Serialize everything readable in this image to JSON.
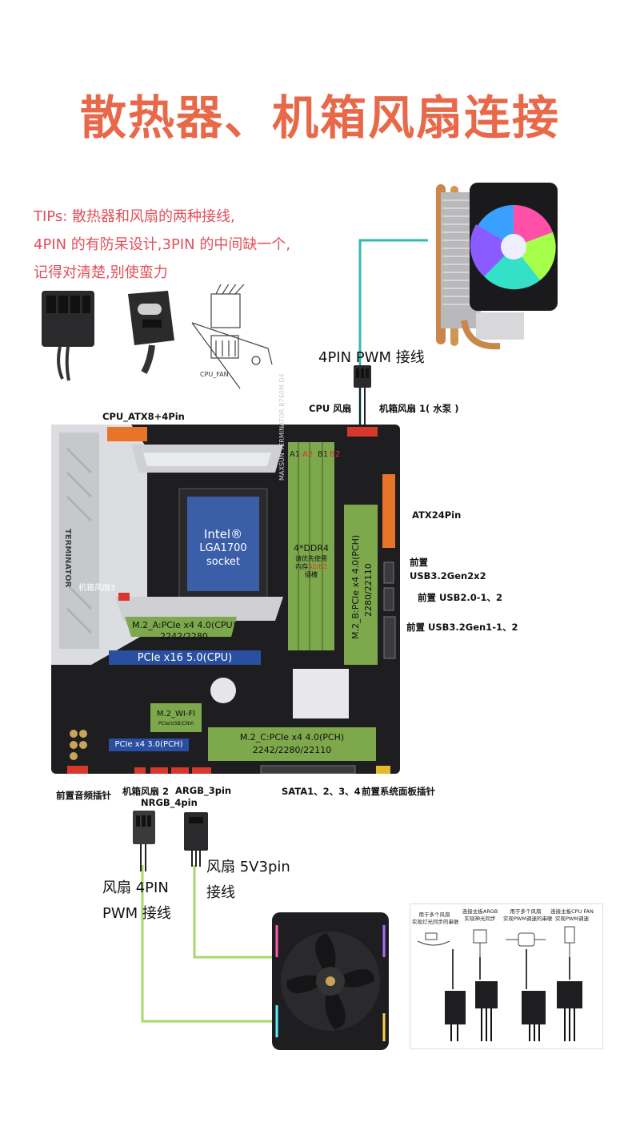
{
  "title": "散热器、机箱风扇连接",
  "tips": {
    "line1": "TIPs: 散热器和风扇的两种接线,",
    "line2": "4PIN 的有防呆设计,3PIN 的中间缺一个,",
    "line3": "记得对清楚,别使蛮力"
  },
  "connector_diagram": {
    "label": "CPU_FAN"
  },
  "cooler_callout": {
    "pwm_label": "4PIN PWM 接线"
  },
  "top_headers": {
    "cpu_fan": "CPU 风扇",
    "sys_fan1": "机箱风扇 1( 水泵 )"
  },
  "board": {
    "cpu_power": "CPU_ATX8+4Pin",
    "case_fan3": "机箱风扇3",
    "brand": "TERMINATOR",
    "model": "MAXSUN TERMINATOR B760M D4",
    "cpu": {
      "brand": "Intel®",
      "socket": "LGA1700",
      "word": "socket"
    },
    "dimm_labels": [
      "A1",
      "A2",
      "B1",
      "B2"
    ],
    "ddr": {
      "title": "4*DDR4",
      "note1": "请优先使用",
      "note2_a": "内存",
      "note2_b": "A2/B2",
      "note3": "插槽"
    },
    "m2b": {
      "line1": "M.2_B:PCIe x4 4.0(PCH)",
      "line2": "2280/22110"
    },
    "m2a": {
      "line1": "M.2_A:PCIe x4 4.0(CPU)",
      "line2": "2242/2280"
    },
    "pcie16": "PCIe x16 5.0(CPU)",
    "wifi": {
      "line1": "M.2_WI-FI",
      "line2": "PCIe/USB/CNVi"
    },
    "m2c": {
      "line1": "M.2_C:PCIe x4 4.0(PCH)",
      "line2": "2242/2280/22110"
    },
    "pcie4": "PCIe x4 3.0(PCH)"
  },
  "right_labels": {
    "atx24": "ATX24Pin",
    "front": "前置",
    "usb32g2": "USB3.2Gen2x2",
    "usb20": "前置 USB2.0-1、2",
    "usb32g1": "前置 USB3.2Gen1-1、2"
  },
  "bottom_labels": {
    "audio": "前置音频插针",
    "fan2": "机箱风扇 2",
    "nrgb": "NRGB_4pin",
    "argb": "ARGB_3pin",
    "sata": "SATA1、2、3、4",
    "panel": "前置系统面板插针"
  },
  "fan_callouts": {
    "pwm_line1": "风扇 4PIN",
    "pwm_line2": "PWM 接线",
    "v5_line1": "风扇 5V3pin",
    "v5_line2": "接线"
  },
  "legend": {
    "items": [
      {
        "line1": "用于多个风扇",
        "line2": "实现灯光同步的串联"
      },
      {
        "line1": "连接主板ARGB",
        "line2": "实现神光同步"
      },
      {
        "line1": "用于多个风扇",
        "line2": "实现PWM调速的串联"
      },
      {
        "line1": "连接主板CPU FAN",
        "line2": "实现PWM调速"
      }
    ]
  },
  "colors": {
    "title": "#e8694a",
    "tips": "#e0505a",
    "wire_cyan": "#35b8b0",
    "wire_green": "#a8d86a",
    "slot_green": "#7da84c",
    "slot_blue": "#2a4ea0",
    "board": "#1e1e20",
    "header_red": "#d8382c",
    "header_orange": "#e8742a"
  }
}
